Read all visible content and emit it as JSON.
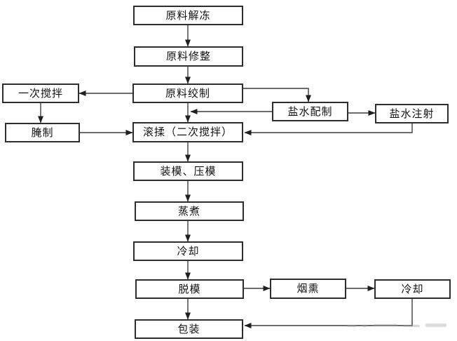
{
  "diagram": {
    "type": "flowchart",
    "language": "zh-CN",
    "nodes": {
      "thaw": {
        "label": "原料解冻"
      },
      "trim": {
        "label": "原料修整"
      },
      "grind": {
        "label": "原料绞制"
      },
      "mix1": {
        "label": "一次搅拌"
      },
      "cure": {
        "label": "腌制"
      },
      "brine_prep": {
        "label": "盐水配制"
      },
      "brine_inject": {
        "label": "盐水注射"
      },
      "tumble": {
        "label": "滚揉（二次搅拌）"
      },
      "mold_press": {
        "label": "装模、压模"
      },
      "cook": {
        "label": "蒸煮"
      },
      "cool1": {
        "label": "冷却"
      },
      "demold": {
        "label": "脱模"
      },
      "smoke": {
        "label": "烟熏"
      },
      "cool2": {
        "label": "冷却"
      },
      "pack": {
        "label": "包装"
      }
    },
    "edges": [
      {
        "from": "thaw",
        "to": "trim"
      },
      {
        "from": "trim",
        "to": "grind"
      },
      {
        "from": "grind",
        "to": "mix1"
      },
      {
        "from": "mix1",
        "to": "cure"
      },
      {
        "from": "cure",
        "to": "tumble"
      },
      {
        "from": "grind",
        "to": "tumble"
      },
      {
        "from": "grind",
        "to": "brine_prep"
      },
      {
        "from": "brine_prep",
        "to": "tumble",
        "note": "merges into grind→tumble line"
      },
      {
        "from": "brine_prep",
        "to": "brine_inject"
      },
      {
        "from": "brine_inject",
        "to": "tumble"
      },
      {
        "from": "tumble",
        "to": "mold_press"
      },
      {
        "from": "mold_press",
        "to": "cook"
      },
      {
        "from": "cook",
        "to": "cool1"
      },
      {
        "from": "cool1",
        "to": "demold"
      },
      {
        "from": "demold",
        "to": "smoke"
      },
      {
        "from": "smoke",
        "to": "cool2"
      },
      {
        "from": "demold",
        "to": "pack"
      },
      {
        "from": "cool2",
        "to": "pack"
      }
    ],
    "colors": {
      "background": "#ffffff",
      "box_fill": "#ffffff",
      "box_border": "#2d2d2d",
      "line": "#3d3d3d",
      "text": "#111111"
    }
  }
}
